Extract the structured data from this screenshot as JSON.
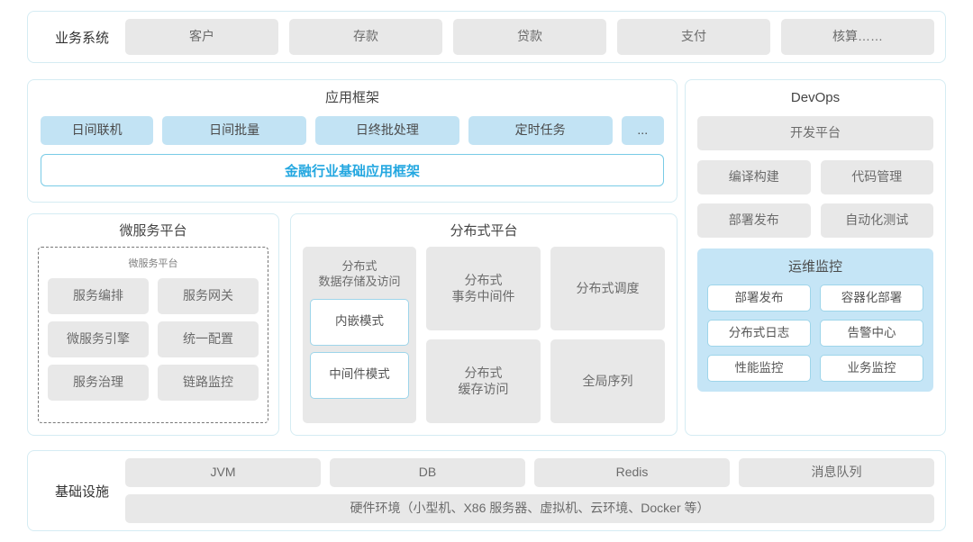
{
  "business_systems": {
    "label": "业务系统",
    "items": [
      "客户",
      "存款",
      "贷款",
      "支付",
      "核算……"
    ]
  },
  "app_framework": {
    "title": "应用框架",
    "items": [
      "日间联机",
      "日间批量",
      "日终批处理",
      "定时任务",
      "..."
    ],
    "base_bar": "金融行业基础应用框架"
  },
  "microservice_platform": {
    "title": "微服务平台",
    "inner_title": "微服务平台",
    "items": [
      "服务编排",
      "服务网关",
      "微服务引擎",
      "统一配置",
      "服务治理",
      "链路监控"
    ]
  },
  "distributed_platform": {
    "title": "分布式平台",
    "storage_group": {
      "title": "分布式\n数据存储及访问",
      "items": [
        "内嵌模式",
        "中间件模式"
      ]
    },
    "items": [
      "分布式\n事务中间件",
      "分布式调度",
      "分布式\n缓存访问",
      "全局序列"
    ]
  },
  "devops": {
    "title": "DevOps",
    "platform": "开发平台",
    "items": [
      "编译构建",
      "代码管理",
      "部署发布",
      "自动化测试"
    ],
    "ops_monitor": {
      "title": "运维监控",
      "items": [
        "部署发布",
        "容器化部署",
        "分布式日志",
        "告警中心",
        "性能监控",
        "业务监控"
      ]
    }
  },
  "infrastructure": {
    "label": "基础设施",
    "items": [
      "JVM",
      "DB",
      "Redis",
      "消息队列"
    ],
    "hardware": "硬件环境（小型机、X86 服务器、虚拟机、云环境、Docker 等）"
  },
  "colors": {
    "panel_border": "#d5ecf3",
    "chip_gray": "#e8e8e8",
    "chip_blue": "#c2e3f4",
    "accent_blue": "#23a7e0",
    "ops_panel": "#c5e5f6"
  }
}
